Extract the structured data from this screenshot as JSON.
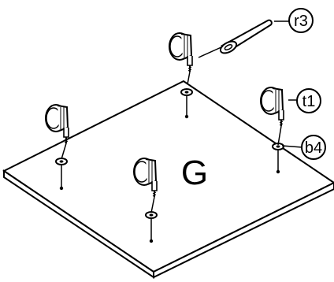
{
  "panel_label": "G",
  "callouts": {
    "r3": "r3",
    "t1": "t1",
    "b4": "b4"
  },
  "colors": {
    "ink": "#000000",
    "board": "#ffffff",
    "background": "#ffffff"
  },
  "parts": {
    "cam_lock_count": 4,
    "tool": "wrench-icon"
  }
}
